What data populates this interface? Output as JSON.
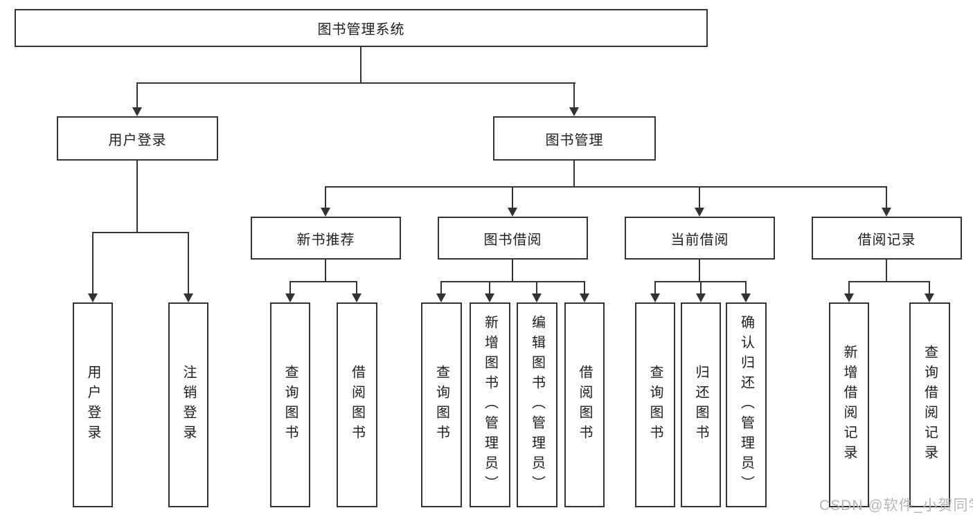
{
  "colors": {
    "line": "#333333",
    "box_border": "#333333",
    "text": "#1d1d1d",
    "watermark": "#b5b5b5"
  },
  "watermark": {
    "text": "CSDN @软件_小贺同学"
  },
  "tree": {
    "label": "图书管理系统",
    "children": [
      {
        "label": "用户登录",
        "children": [
          {
            "label": "用户登录"
          },
          {
            "label": "注销登录"
          }
        ]
      },
      {
        "label": "图书管理",
        "children": [
          {
            "label": "新书推荐",
            "children": [
              {
                "label": "查询图书"
              },
              {
                "label": "借阅图书"
              }
            ]
          },
          {
            "label": "图书借阅",
            "children": [
              {
                "label": "查询图书"
              },
              {
                "label": "新增图书（管理员）"
              },
              {
                "label": "编辑图书（管理员）"
              },
              {
                "label": "借阅图书"
              }
            ]
          },
          {
            "label": "当前借阅",
            "children": [
              {
                "label": "查询图书"
              },
              {
                "label": "归还图书"
              },
              {
                "label": "确认归还（管理员）"
              }
            ]
          },
          {
            "label": "借阅记录",
            "children": [
              {
                "label": "新增借阅记录"
              },
              {
                "label": "查询借阅记录"
              }
            ]
          }
        ]
      }
    ]
  }
}
